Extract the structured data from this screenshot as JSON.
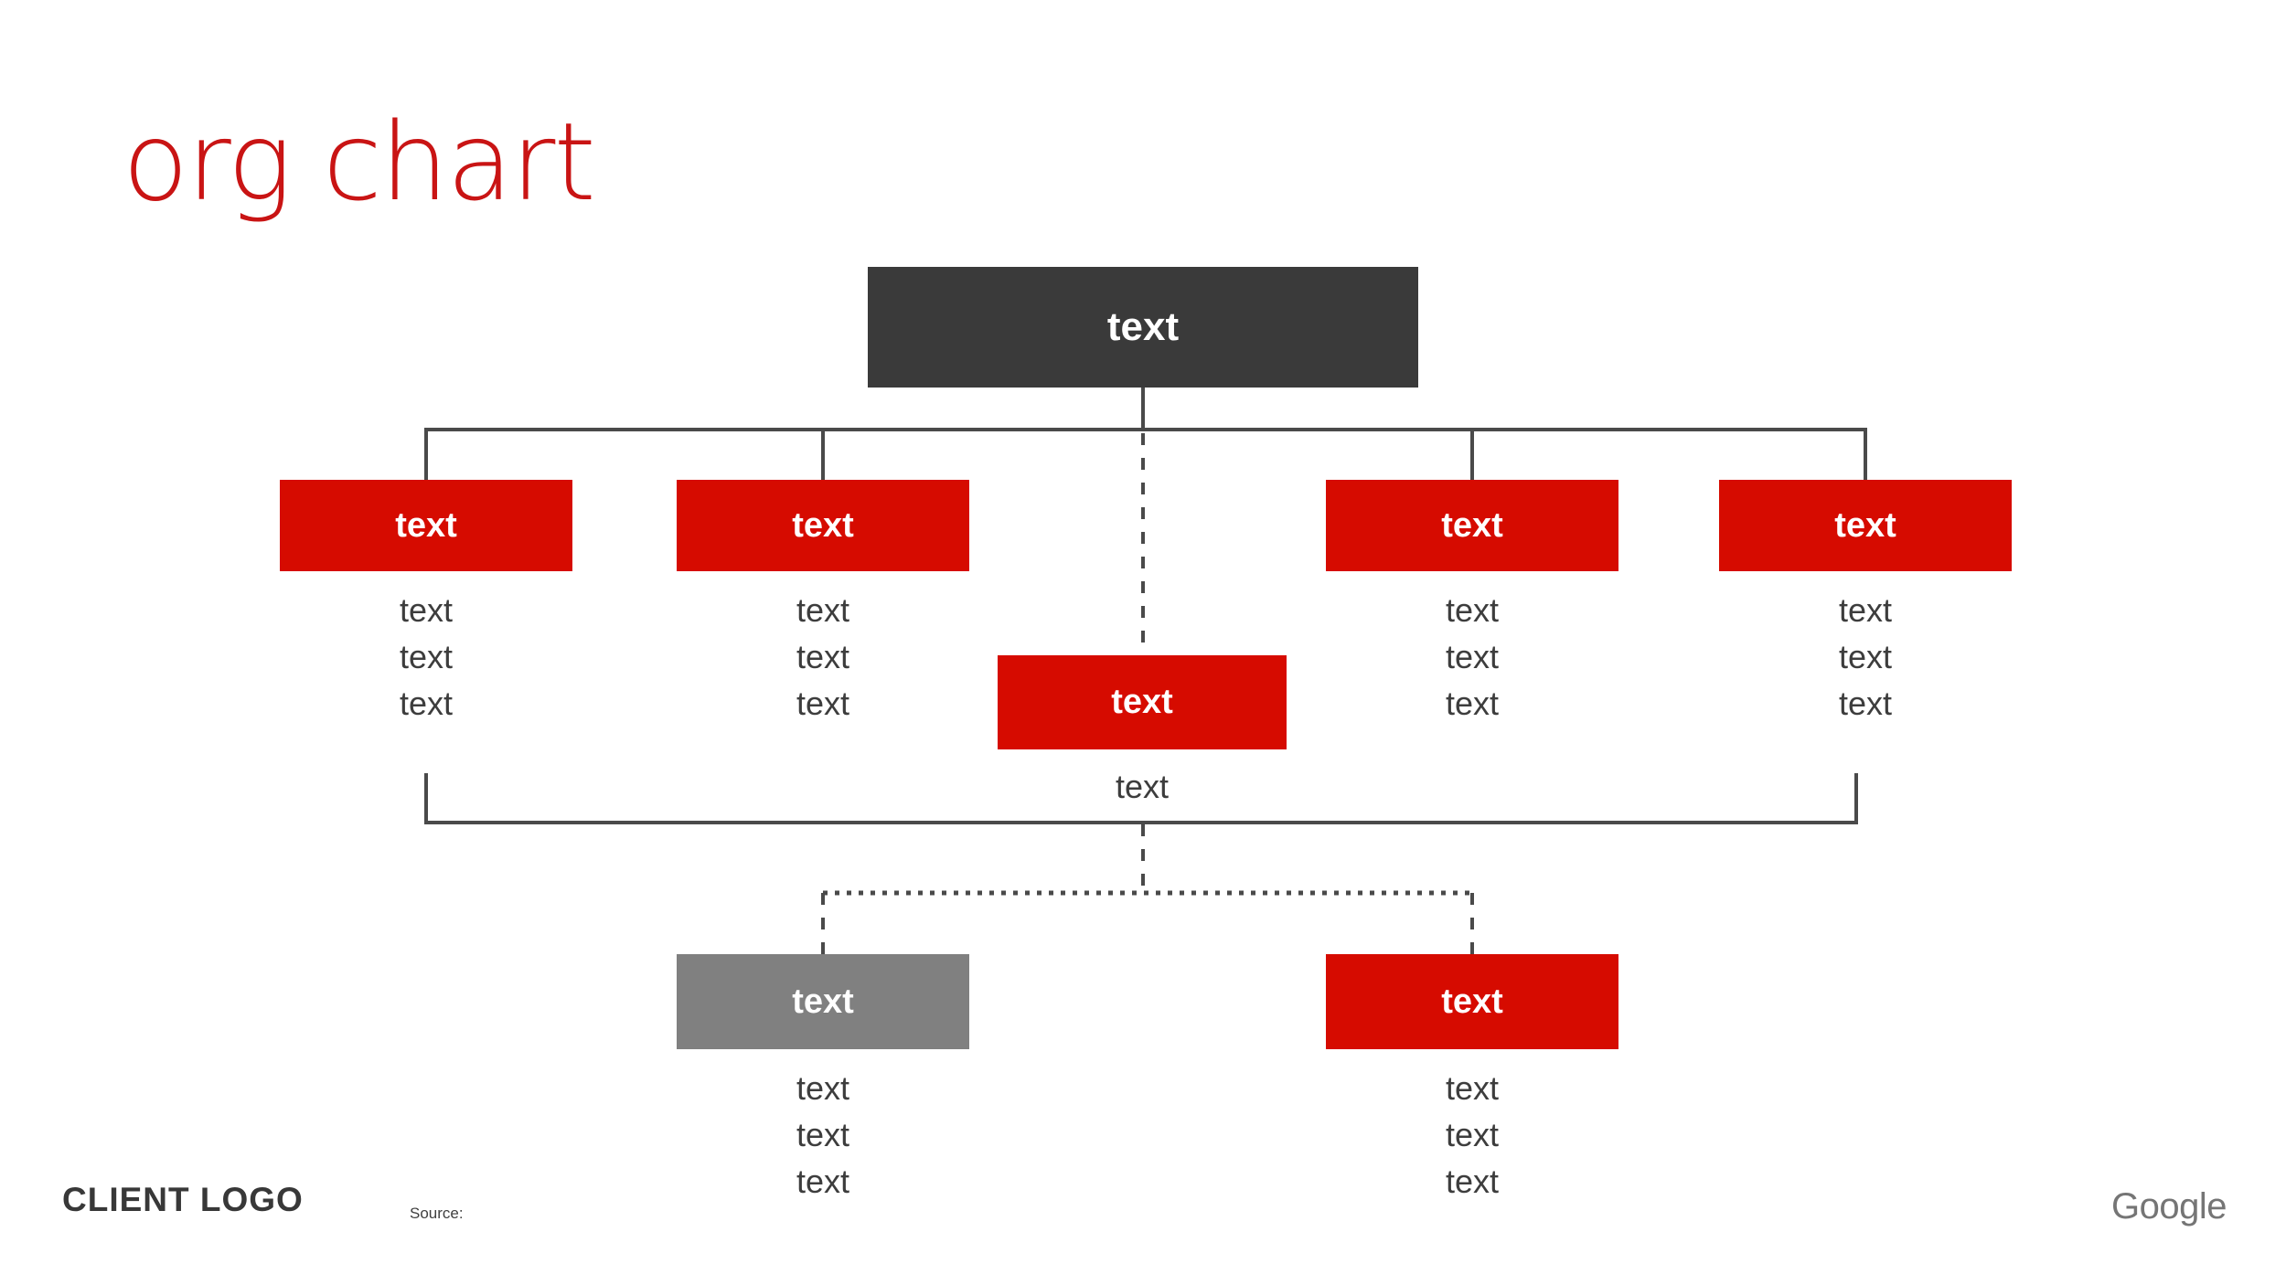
{
  "slide": {
    "title": "org chart",
    "client_logo": "CLIENT LOGO",
    "source_label": "Source:",
    "brand": "Google"
  },
  "colors": {
    "title_red": "#C91414",
    "box_red": "#D60B00",
    "box_dark": "#3A3A3A",
    "box_gray": "#808080",
    "connector_gray": "#4A4A4A",
    "text_gray": "#3D3D3D",
    "brand_gray": "#757575"
  },
  "org": {
    "root": {
      "label": "text"
    },
    "departments": [
      {
        "label": "text",
        "items": [
          "text",
          "text",
          "text"
        ]
      },
      {
        "label": "text",
        "items": [
          "text",
          "text",
          "text"
        ]
      },
      {
        "label": "text",
        "items": [
          "text",
          "text",
          "text"
        ]
      },
      {
        "label": "text",
        "items": [
          "text",
          "text",
          "text"
        ]
      }
    ],
    "manager": {
      "label": "text",
      "caption": "text"
    },
    "subteams": [
      {
        "label": "text",
        "variant": "gray",
        "items": [
          "text",
          "text",
          "text"
        ]
      },
      {
        "label": "text",
        "variant": "red",
        "items": [
          "text",
          "text",
          "text"
        ]
      }
    ]
  }
}
